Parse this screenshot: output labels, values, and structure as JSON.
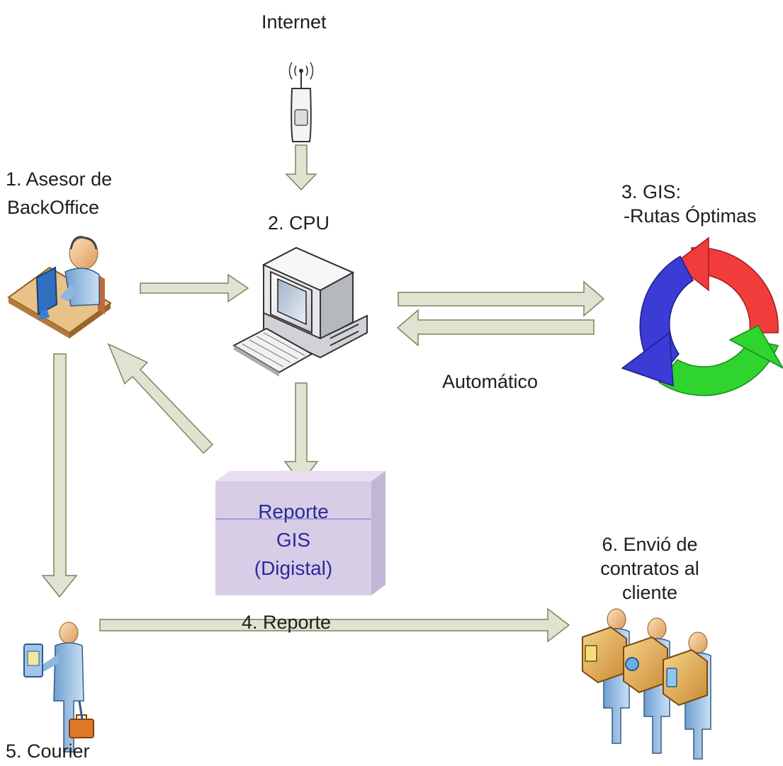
{
  "labels": {
    "internet": "Internet",
    "asesor_line1": "1. Asesor de",
    "asesor_line2": "BackOffice",
    "cpu": "2. CPU",
    "gis_line1": "3. GIS:",
    "gis_line2": "-Rutas Óptimas",
    "automatico": "Automático",
    "reporte_caption": "4. Reporte",
    "reporte_box_line1": "Reporte",
    "reporte_box_line2": "GIS",
    "reporte_box_line3": "(Digistal)",
    "courier": "5. Courier",
    "envio_line1": "6. Envió de",
    "envio_line2": "contratos al",
    "envio_line3": "cliente"
  },
  "icons": {
    "internet": "antenna-icon",
    "asesor": "operator-at-desk-icon",
    "cpu": "desktop-computer-icon",
    "gis": "cycle-arrows-icon",
    "courier": "courier-person-icon",
    "envio": "delivery-people-icon"
  },
  "colors": {
    "arrow_fill": "#dfe3cf",
    "arrow_stroke": "#7c8460",
    "report_box": "#d7cde6",
    "report_text": "#2b2a9c",
    "cycle_red": "#f23c3c",
    "cycle_green": "#2fd42f",
    "cycle_blue": "#3b3bd6"
  }
}
